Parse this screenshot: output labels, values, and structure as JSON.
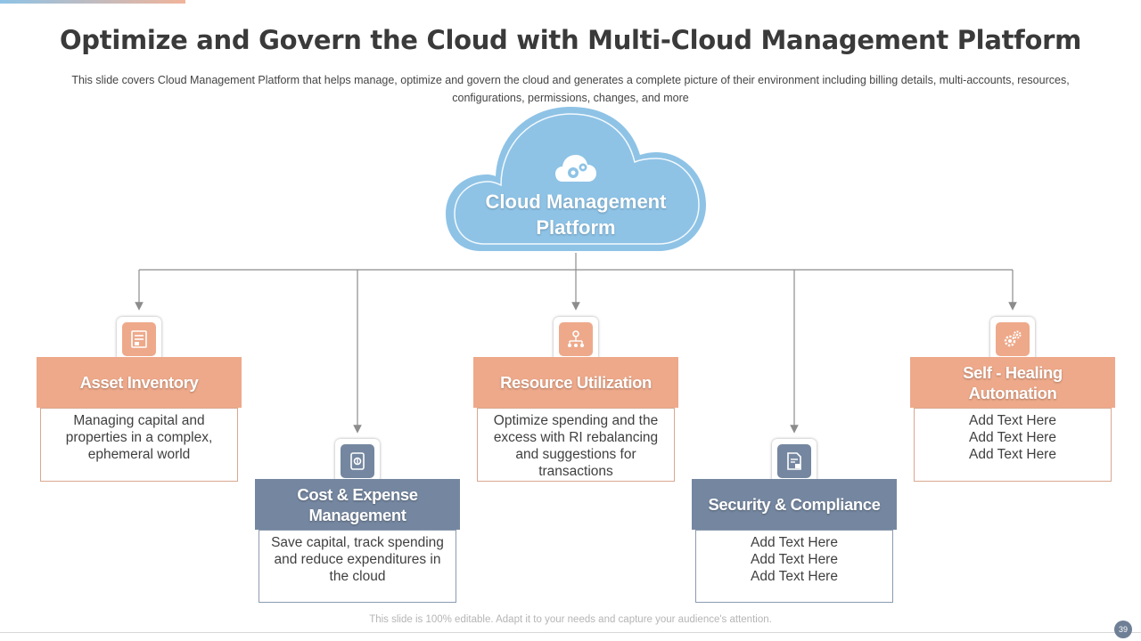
{
  "header": {
    "title": "Optimize and Govern the Cloud with Multi-Cloud Management Platform",
    "subtitle": "This slide covers Cloud Management Platform that helps manage, optimize and govern  the cloud and generates  a complete picture of their environment  including billing details, multi-accounts, resources, configurations,  permissions, changes, and more"
  },
  "center": {
    "label_line1": "Cloud Management",
    "label_line2": "Platform",
    "icon": "cloud-gears-icon"
  },
  "nodes": [
    {
      "title": "Asset Inventory",
      "icon": "inventory-icon",
      "style": "orange",
      "lines": [
        "Managing capital and",
        "properties in a complex,",
        "ephemeral world"
      ]
    },
    {
      "title_line1": "Cost & Expense",
      "title_line2": "Management",
      "icon": "money-icon",
      "style": "slate",
      "lines": [
        "Save capital, track spending",
        "and reduce expenditures in",
        "the cloud"
      ]
    },
    {
      "title": "Resource Utilization",
      "icon": "network-icon",
      "style": "orange",
      "lines": [
        "Optimize spending and the",
        "excess with RI rebalancing",
        "and suggestions for",
        "transactions"
      ]
    },
    {
      "title": "Security & Compliance",
      "icon": "secure-document-icon",
      "style": "slate",
      "lines": [
        "Add Text Here",
        "Add Text Here",
        "Add Text Here"
      ]
    },
    {
      "title_line1": "Self - Healing",
      "title_line2": "Automation",
      "icon": "gears-icon",
      "style": "orange",
      "lines": [
        "Add Text Here",
        "Add Text Here",
        "Add Text Here"
      ]
    }
  ],
  "footer": {
    "note": "This slide is 100% editable. Adapt it to your needs and capture your audience's attention.",
    "page_number": "39"
  },
  "colors": {
    "cloud": "#8ec3e6",
    "orange": "#eea98a",
    "slate": "#7587a0",
    "connector": "#8c8c8c"
  }
}
